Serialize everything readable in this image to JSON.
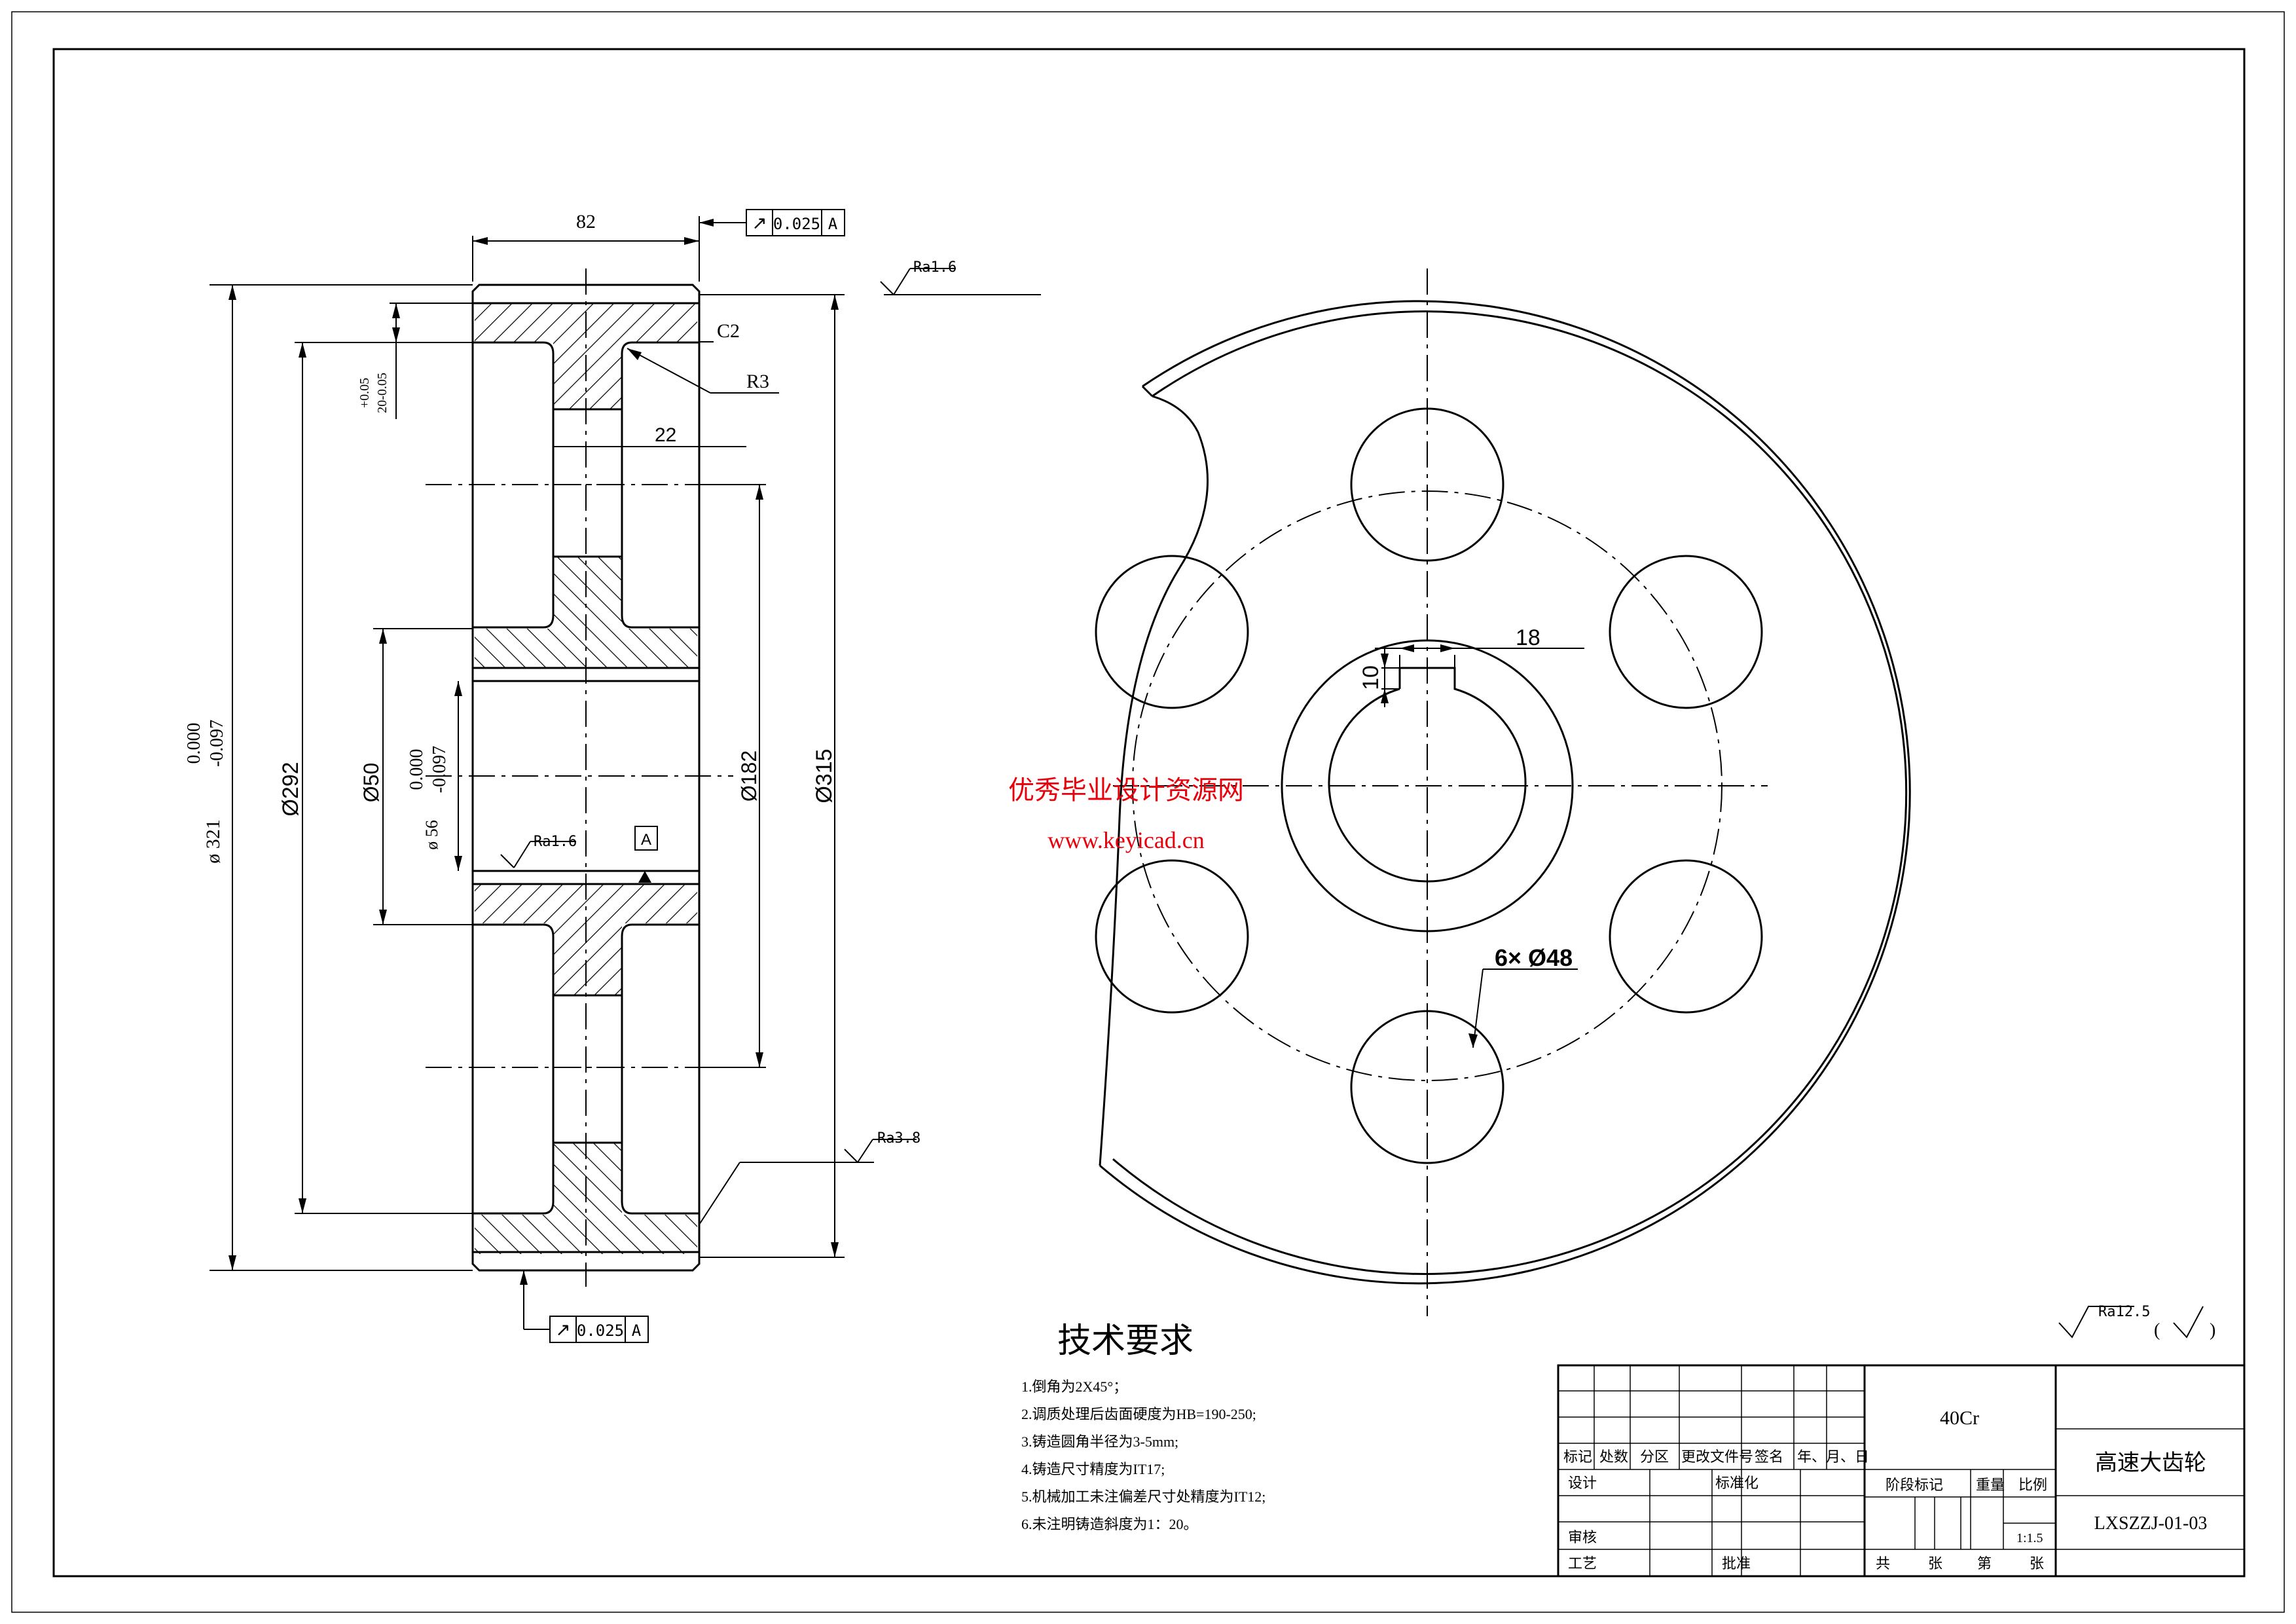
{
  "left_view": {
    "width_82": "82",
    "runout_top": {
      "symbol": "↗",
      "value": "0.025",
      "datum": "A"
    },
    "runout_bottom": {
      "symbol": "↗",
      "value": "0.025",
      "datum": "A"
    },
    "ra_top": "Ra1.6",
    "ra_bore": "Ra1.6",
    "ra_lower": "Ra3.8",
    "chamfer": "C2",
    "radius": "R3",
    "web": "22",
    "keyway_tol_upper": "+0.05",
    "keyway_tol_lower": "20-0.05",
    "d321": "ø 321",
    "d321_tol_up": "0.000",
    "d321_tol_lo": "-0.097",
    "d292": "Ø292",
    "d50": "Ø50",
    "d50_tol_up": "0.000",
    "d50_tol_lo": "-0.097",
    "d56": "ø 56",
    "d182": "Ø182",
    "d315": "Ø315",
    "datum": "A"
  },
  "right_view": {
    "key_width": "18",
    "key_depth": "10",
    "holes": "6× Ø48"
  },
  "watermark": {
    "line1": "优秀毕业设计资源网",
    "line2": "www.keyicad.cn",
    "color": "#e8000b"
  },
  "tech": {
    "title": "技术要求",
    "items": [
      "1.倒角为2X45°；",
      "2.调质处理后齿面硬度为HB=190-250;",
      "3.铸造圆角半径为3-5mm;",
      "4.铸造尺寸精度为IT17;",
      "5.机械加工未注偏差尺寸处精度为IT12;",
      "6.未注明铸造斜度为1：20。"
    ]
  },
  "roughness_general": {
    "value": "Ra12.5",
    "paren_open": "(",
    "paren_close": ")"
  },
  "title_block": {
    "material": "40Cr",
    "part_name": "高速大齿轮",
    "drawing_no": "LXSZZJ-01-03",
    "labels": {
      "mark": "标记",
      "count": "处数",
      "zone": "分区",
      "change_doc": "更改文件号",
      "sign": "签名",
      "date": "年、月、日",
      "design": "设计",
      "standard": "标准化",
      "stage": "阶段标记",
      "weight": "重量",
      "ratio": "比例",
      "ratio_value": "1:1.5",
      "check": "审核",
      "process": "工艺",
      "approve": "批准",
      "total": "共",
      "sheets": "张",
      "no": "第",
      "sheet": "张"
    }
  }
}
